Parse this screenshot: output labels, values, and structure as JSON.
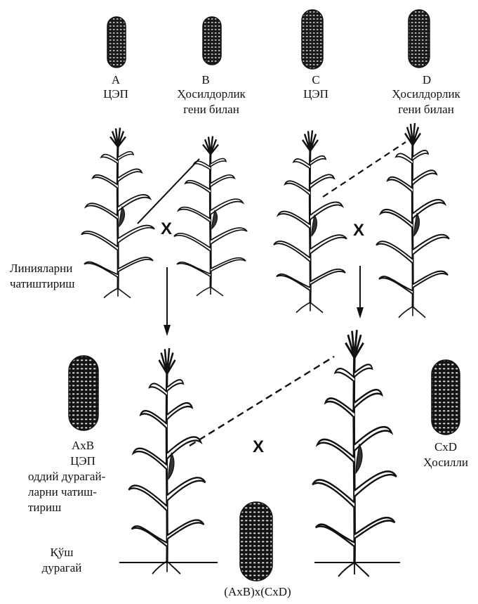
{
  "labels": {
    "a_letter": "A",
    "a_sub": "ЦЭП",
    "b_letter": "B",
    "b_line1": "Ҳосилдорлик",
    "b_line2": "гени билан",
    "c_letter": "C",
    "c_sub": "ЦЭП",
    "d_letter": "D",
    "d_line1": "Ҳосилдорлик",
    "d_line2": "гени  билан",
    "crossing_line1": "Линияларни",
    "crossing_line2": "чатиштириш",
    "ab_line1": "AxB",
    "ab_line2": "ЦЭП",
    "ab_line3": "оддий дурагай-",
    "ab_line4": "ларни чатиш-",
    "ab_line5": "тириш",
    "double_line1": "Қўш",
    "double_line2": "дурагай",
    "cd_line1": "CxD",
    "cd_line2": "Ҳосилли",
    "final": "(AxB)x(CxD)",
    "cross_symbol": "X"
  },
  "colors": {
    "ink": "#111111",
    "cob": "#1a1a1a"
  }
}
